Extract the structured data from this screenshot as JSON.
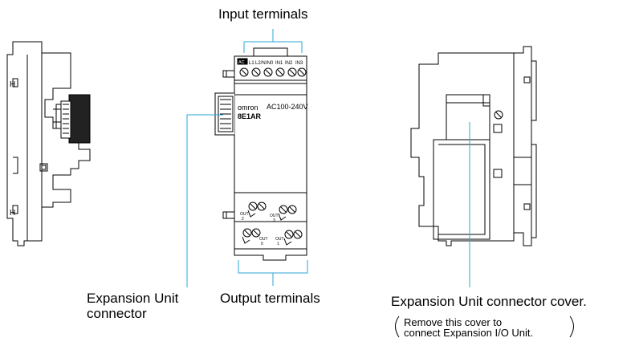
{
  "labels": {
    "input_terminals": "Input terminals",
    "expansion_connector_line1": "Expansion Unit",
    "expansion_connector_line2": "connector",
    "output_terminals": "Output terminals",
    "connector_cover": "Expansion Unit connector cover.",
    "cover_note_line1": "Remove this cover to",
    "cover_note_line2": "connect Expansion I/O Unit."
  },
  "device": {
    "brand": "omron",
    "model": "8E1AR",
    "voltage": "AC100-240V",
    "ac_badge": "AC",
    "input_terminal_labels": [
      "L1",
      "L2/N",
      "IN0",
      "IN1",
      "IN2",
      "IN3"
    ],
    "output_labels": {
      "out2": [
        "OUT",
        "2"
      ],
      "out3": [
        "OUT",
        "3"
      ],
      "out0": [
        "OUT",
        "0"
      ],
      "out1": [
        "OUT",
        "1"
      ]
    }
  },
  "colors": {
    "leader_line": "#2aa7d6",
    "outline": "#000000",
    "background": "#ffffff"
  }
}
